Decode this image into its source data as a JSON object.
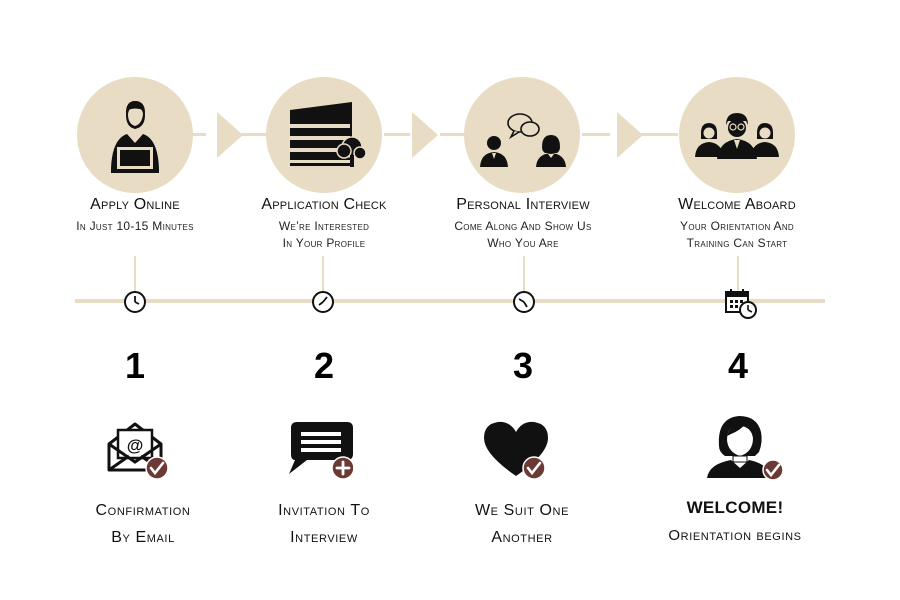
{
  "steps": [
    {
      "title": "Apply Online",
      "subtitle_lines": [
        "In Just 10-15 Minutes"
      ]
    },
    {
      "title": "Application Check",
      "subtitle_lines": [
        "We’re Interested",
        "In Your Profile"
      ]
    },
    {
      "title": "Personal Interview",
      "subtitle_lines": [
        "Come Along And Show Us",
        "Who You Are"
      ]
    },
    {
      "title": "Welcome Aboard",
      "subtitle_lines": [
        "Your Orientation And",
        "Training Can Start"
      ]
    }
  ],
  "milestones": [
    {
      "number": "1",
      "label_lines": [
        "Confirmation",
        "By Email"
      ]
    },
    {
      "number": "2",
      "label_lines": [
        "Invitation To",
        "Interview"
      ]
    },
    {
      "number": "3",
      "label_lines": [
        "We Suit One",
        "Another"
      ]
    },
    {
      "number": "4",
      "welcome": "WELCOME!",
      "subtext": "Orientation begins"
    }
  ],
  "colors": {
    "beige": "#e8dcc4",
    "badge": "#6b3a34",
    "icon": "#111111"
  },
  "icons": [
    "person-laptop-icon",
    "document-tree-icon",
    "interview-people-icon",
    "team-group-icon",
    "clock-icon",
    "calendar-clock-icon",
    "email-icon",
    "chat-bubble-icon",
    "heart-icon",
    "woman-avatar-icon",
    "checkmark-badge-icon",
    "plus-badge-icon"
  ]
}
